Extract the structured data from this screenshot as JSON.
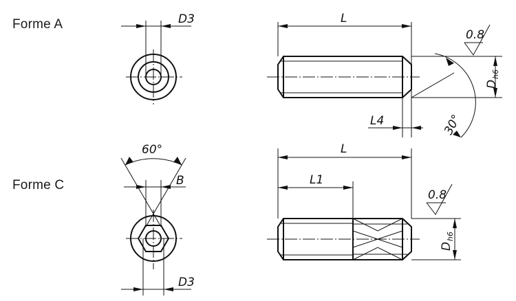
{
  "forms": [
    {
      "label": "Forme A"
    },
    {
      "label": "Forme C"
    }
  ],
  "dims": {
    "a": {
      "d3": "D3",
      "l": "L",
      "l4": "L4",
      "d": "D",
      "tol": "h6",
      "angle": "30°",
      "roughness": "0.8"
    },
    "c": {
      "angle": "60°",
      "b": "B",
      "l": "L",
      "l1": "L1",
      "d": "D",
      "tol": "h6",
      "roughness": "0.8",
      "d3": "D3"
    }
  }
}
